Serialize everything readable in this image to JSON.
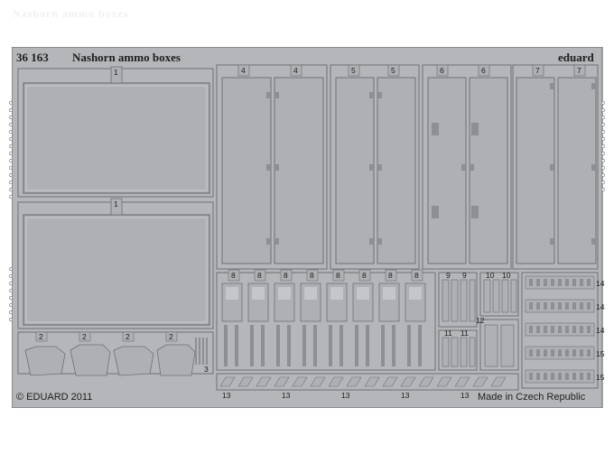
{
  "sheet": {
    "code": "36 163",
    "title": "Nashorn ammo boxes",
    "brand": "eduard",
    "copyright": "© EDUARD 2011",
    "origin": "Made in Czech Republic",
    "ghost_text": "Nashorn ammo boxes"
  },
  "part_numbers": {
    "p1a": "1",
    "p1b": "1",
    "p2a": "2",
    "p2b": "2",
    "p2c": "2",
    "p2d": "2",
    "p3": "3",
    "p4a": "4",
    "p4b": "4",
    "p5a": "5",
    "p5b": "5",
    "p6a": "6",
    "p6b": "6",
    "p7a": "7",
    "p7b": "7",
    "p8": [
      "8",
      "8",
      "8",
      "8",
      "8",
      "8",
      "8",
      "8"
    ],
    "p9a": "9",
    "p9b": "9",
    "p10a": "10",
    "p10b": "10",
    "p11a": "11",
    "p11b": "11",
    "p12": "12",
    "p13": [
      "13",
      "13",
      "13",
      "13",
      "13"
    ],
    "p14": [
      "14",
      "14",
      "14"
    ],
    "p15": [
      "15",
      "15"
    ]
  },
  "colors": {
    "page": "#ffffff",
    "fret_fill": "#b4b6b9",
    "part_fill": "#aeb0b3",
    "edge": "#6e7175",
    "text": "#1e1e1e"
  }
}
